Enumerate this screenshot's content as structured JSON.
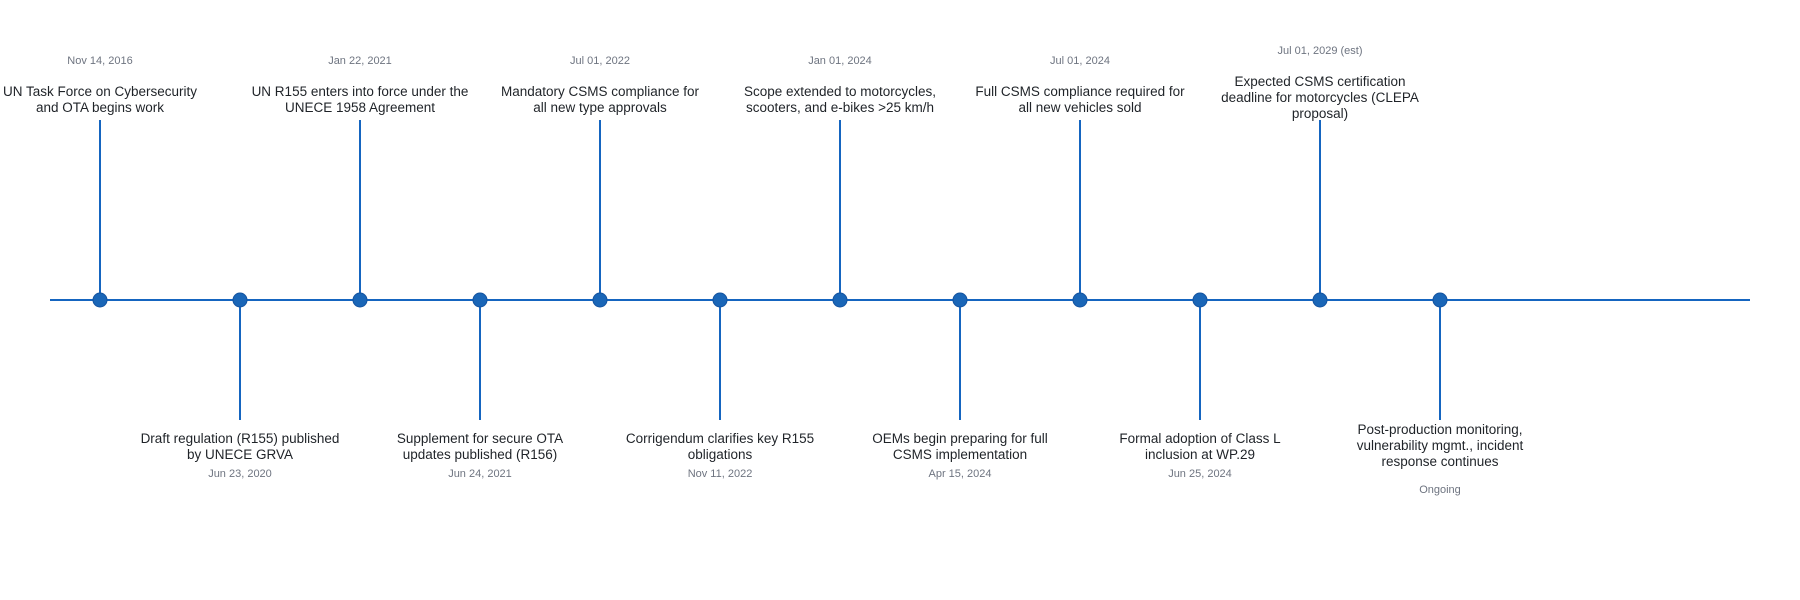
{
  "colors": {
    "line": "#1565c0",
    "marker": "#1a66b7",
    "marker_stroke": "#1353a0",
    "date_text": "#6e7480",
    "desc_text": "#1f2328"
  },
  "events": [
    {
      "date": "Nov 14, 2016",
      "lines": [
        "UN Task Force on Cybersecurity",
        "and OTA begins work"
      ]
    },
    {
      "date": "Jun 23, 2020",
      "lines": [
        "Draft regulation (R155) published",
        "by UNECE GRVA"
      ]
    },
    {
      "date": "Jan 22, 2021",
      "lines": [
        "UN R155 enters into force under the",
        "UNECE 1958 Agreement"
      ]
    },
    {
      "date": "Jun 24, 2021",
      "lines": [
        "Supplement for secure OTA",
        "updates published (R156)"
      ]
    },
    {
      "date": "Jul 01, 2022",
      "lines": [
        "Mandatory CSMS compliance for",
        "all new type approvals"
      ]
    },
    {
      "date": "Nov 11, 2022",
      "lines": [
        "Corrigendum clarifies key R155",
        "obligations"
      ]
    },
    {
      "date": "Jan 01, 2024",
      "lines": [
        "Scope extended to motorcycles,",
        "scooters, and e-bikes >25 km/h"
      ]
    },
    {
      "date": "Apr 15, 2024",
      "lines": [
        "OEMs begin preparing for full",
        "CSMS implementation"
      ]
    },
    {
      "date": "Jul 01, 2024",
      "lines": [
        "Full CSMS compliance required for",
        "all new vehicles sold"
      ]
    },
    {
      "date": "Jun 25, 2024",
      "lines": [
        "Formal adoption of Class L",
        "inclusion at WP.29"
      ]
    },
    {
      "date": "Jul 01, 2029 (est)",
      "lines": [
        "Expected CSMS certification",
        "deadline for motorcycles (CLEPA",
        "proposal)"
      ]
    },
    {
      "date": "Ongoing",
      "lines": [
        "Post-production monitoring,",
        "vulnerability mgmt., incident",
        "response continues"
      ]
    }
  ]
}
